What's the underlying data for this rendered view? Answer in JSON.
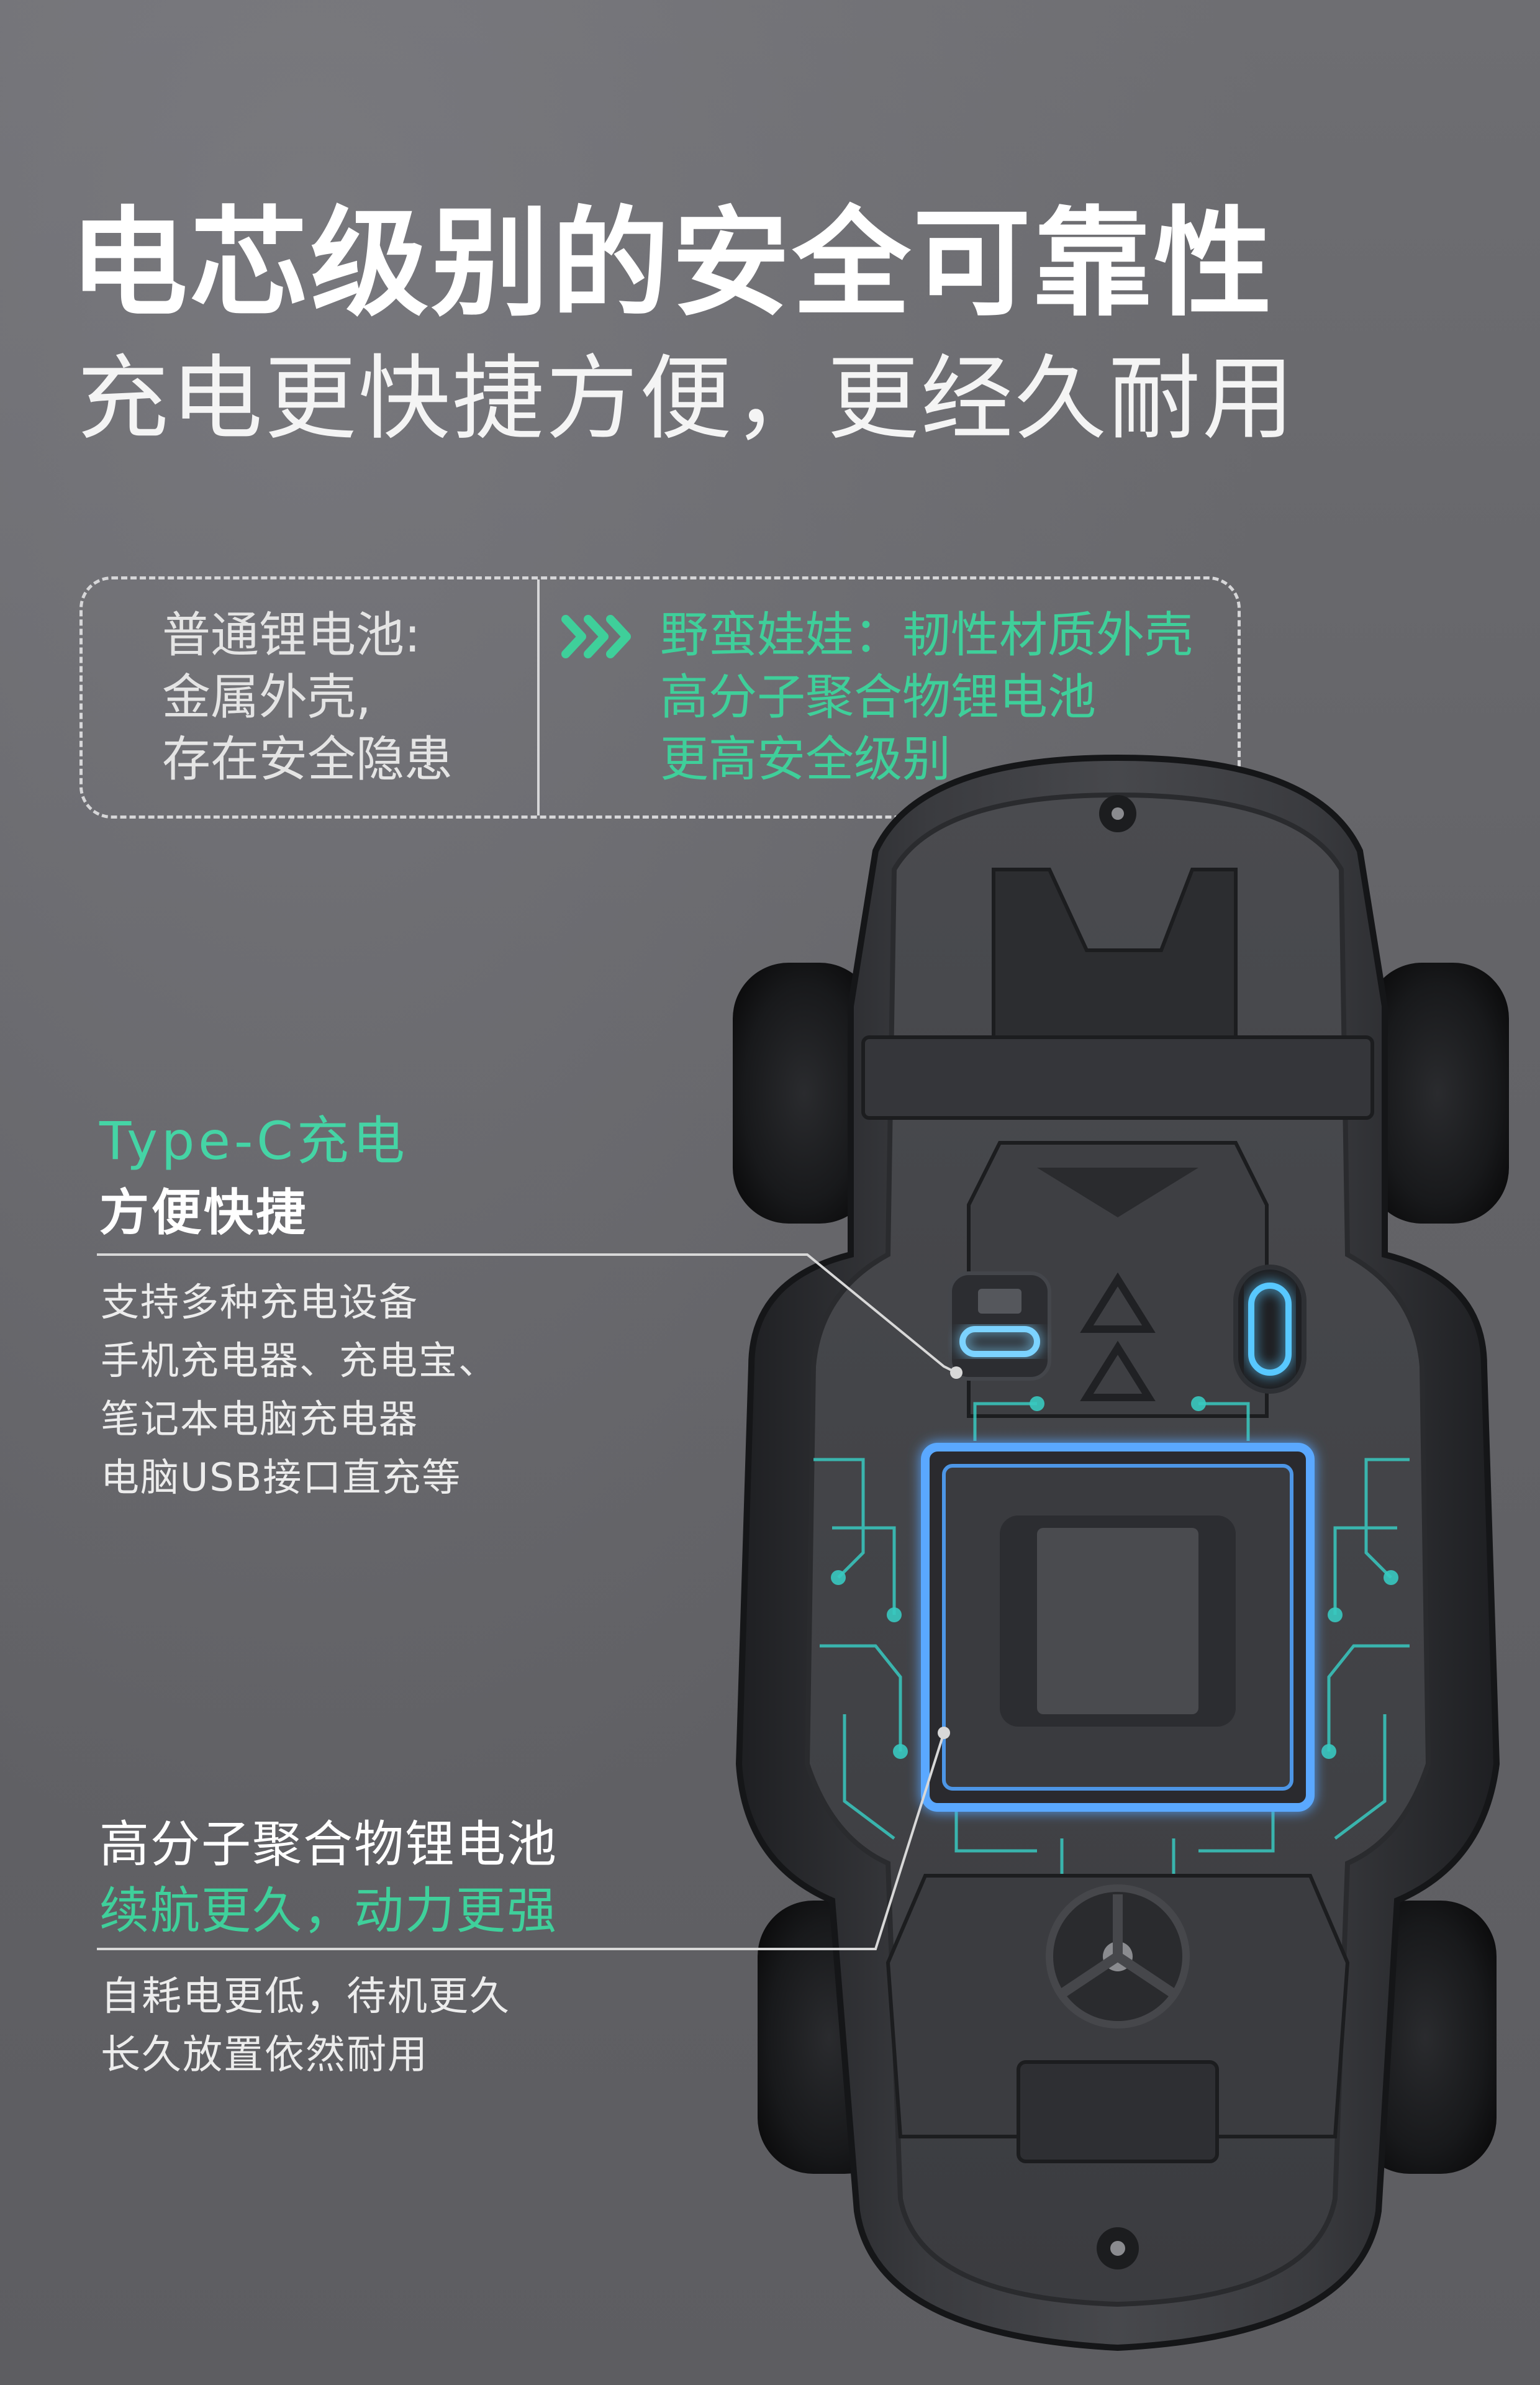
{
  "hero": {
    "title": "电芯级别的安全可靠性",
    "subtitle": "充电更快捷方便，更经久耐用"
  },
  "comparison": {
    "ordinary": {
      "lines": [
        "普通锂电池:",
        "金属外壳,",
        "存在安全隐患"
      ]
    },
    "ours": {
      "lines": [
        "野蛮娃娃：韧性材质外壳",
        "高分子聚合物锂电池",
        "更高安全级别"
      ]
    },
    "arrow_icon": "triple-chevron-right-icon"
  },
  "typec_feature": {
    "title": "Type-C充电",
    "subtitle": "方便快捷",
    "description": [
      "支持多种充电设备",
      "手机充电器、充电宝、",
      "笔记本电脑充电器",
      "电脑USB接口直充等"
    ]
  },
  "battery_feature": {
    "title": "高分子聚合物锂电池",
    "subtitle": "续航更久，动力更强",
    "description": [
      "自耗电更低，待机更久",
      "长久放置依然耐用"
    ]
  },
  "colors": {
    "background": "#646468",
    "accent_green": "#3fcf9a",
    "glow_blue": "#5aa8ff",
    "circuit_teal": "#38c9c0"
  }
}
